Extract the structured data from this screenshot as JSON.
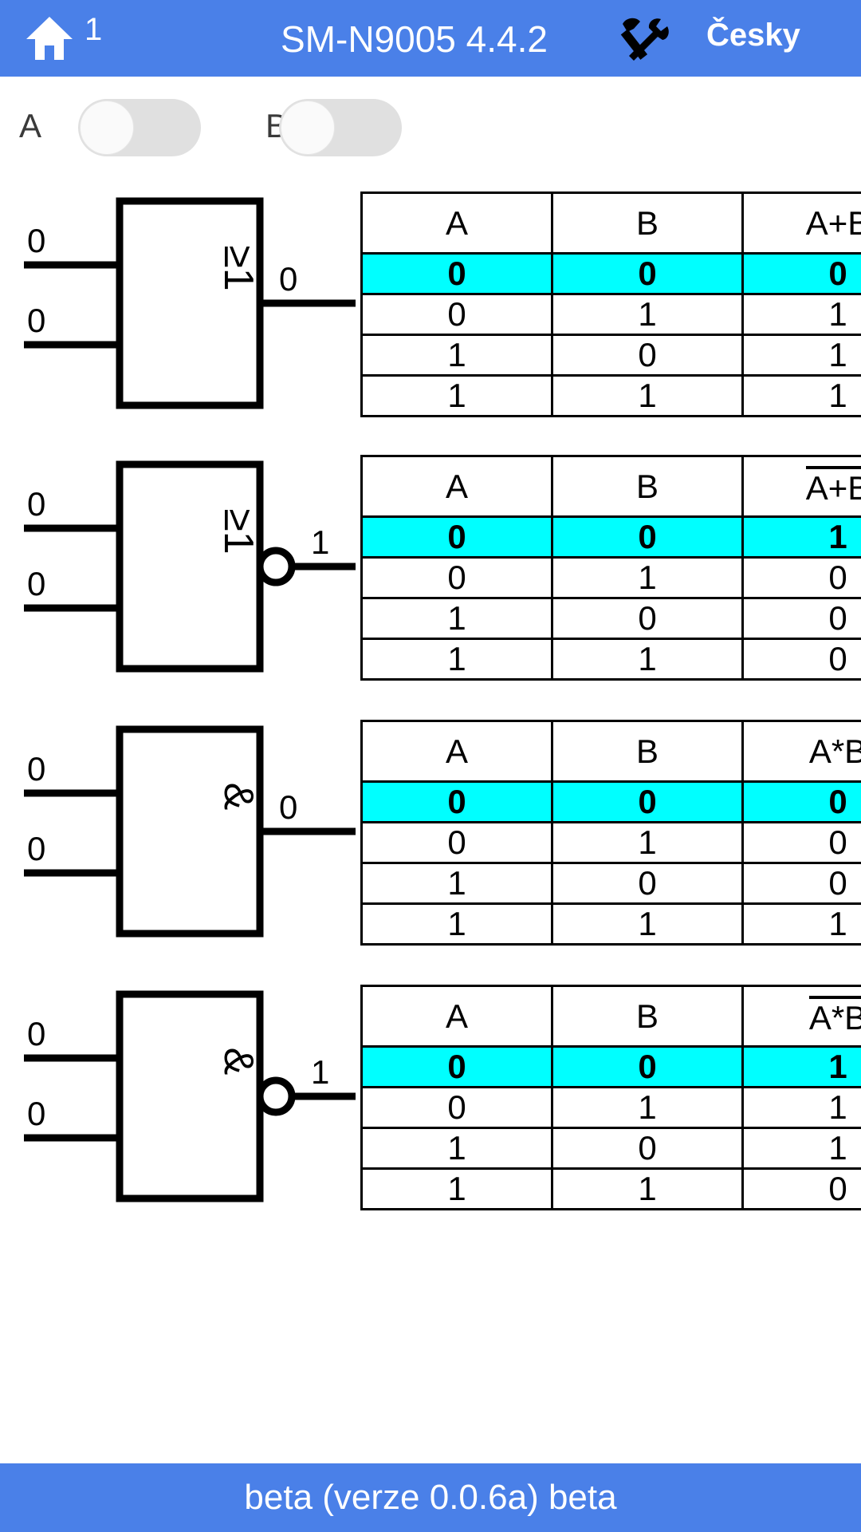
{
  "appbar": {
    "home_icon": "home-icon",
    "home_badge": "1",
    "title": "SM-N9005 4.4.2",
    "tools_icon": "hammer-wrench-icon",
    "language": "Česky"
  },
  "inputs": {
    "a_label": "A",
    "a_state": "off",
    "b_label": "B",
    "b_state": "off"
  },
  "gates": [
    {
      "name": "or-gate",
      "symbol": "≥1",
      "inverted": false,
      "input_a": "0",
      "input_b": "0",
      "output": "0",
      "table": {
        "headers": [
          "A",
          "B",
          "A+B"
        ],
        "header_overline": false,
        "rows": [
          {
            "cells": [
              "0",
              "0",
              "0"
            ],
            "highlight": true
          },
          {
            "cells": [
              "0",
              "1",
              "1"
            ],
            "highlight": false
          },
          {
            "cells": [
              "1",
              "0",
              "1"
            ],
            "highlight": false
          },
          {
            "cells": [
              "1",
              "1",
              "1"
            ],
            "highlight": false
          }
        ]
      }
    },
    {
      "name": "nor-gate",
      "symbol": "≥1",
      "inverted": true,
      "input_a": "0",
      "input_b": "0",
      "output": "1",
      "table": {
        "headers": [
          "A",
          "B",
          "A+B"
        ],
        "header_overline": true,
        "rows": [
          {
            "cells": [
              "0",
              "0",
              "1"
            ],
            "highlight": true
          },
          {
            "cells": [
              "0",
              "1",
              "0"
            ],
            "highlight": false
          },
          {
            "cells": [
              "1",
              "0",
              "0"
            ],
            "highlight": false
          },
          {
            "cells": [
              "1",
              "1",
              "0"
            ],
            "highlight": false
          }
        ]
      }
    },
    {
      "name": "and-gate",
      "symbol": "&",
      "inverted": false,
      "input_a": "0",
      "input_b": "0",
      "output": "0",
      "table": {
        "headers": [
          "A",
          "B",
          "A*B"
        ],
        "header_overline": false,
        "rows": [
          {
            "cells": [
              "0",
              "0",
              "0"
            ],
            "highlight": true
          },
          {
            "cells": [
              "0",
              "1",
              "0"
            ],
            "highlight": false
          },
          {
            "cells": [
              "1",
              "0",
              "0"
            ],
            "highlight": false
          },
          {
            "cells": [
              "1",
              "1",
              "1"
            ],
            "highlight": false
          }
        ]
      }
    },
    {
      "name": "nand-gate",
      "symbol": "&",
      "inverted": true,
      "input_a": "0",
      "input_b": "0",
      "output": "1",
      "table": {
        "headers": [
          "A",
          "B",
          "A*B"
        ],
        "header_overline": true,
        "rows": [
          {
            "cells": [
              "0",
              "0",
              "1"
            ],
            "highlight": true
          },
          {
            "cells": [
              "0",
              "1",
              "1"
            ],
            "highlight": false
          },
          {
            "cells": [
              "1",
              "0",
              "1"
            ],
            "highlight": false
          },
          {
            "cells": [
              "1",
              "1",
              "0"
            ],
            "highlight": false
          }
        ]
      }
    }
  ],
  "statusbar": {
    "text": "beta (verze 0.0.6a) beta"
  },
  "colors": {
    "accent": "#4a80e8",
    "highlight": "#00ffff",
    "track_off": "#e0e0e0",
    "knob": "#fafafa"
  }
}
